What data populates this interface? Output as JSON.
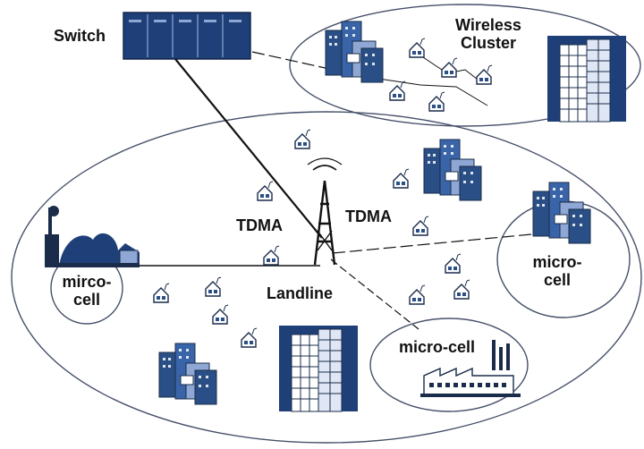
{
  "labels": {
    "switch": "Switch",
    "wireless_cluster_line1": "Wireless",
    "wireless_cluster_line2": "Cluster",
    "tdma_left": "TDMA",
    "tdma_right": "TDMA",
    "landline": "Landline",
    "mirco_cell_line1": "mirco-",
    "mirco_cell_line2": "cell",
    "micro_cell_right_line1": "micro-",
    "micro_cell_right_line2": "cell",
    "micro_cell_bottom": "micro-cell"
  },
  "colors": {
    "building_blue": "#2a4f86",
    "building_light": "#8fa7d4",
    "house_dark": "#1a2c4a",
    "outline": "#46506a",
    "line": "#111111"
  }
}
